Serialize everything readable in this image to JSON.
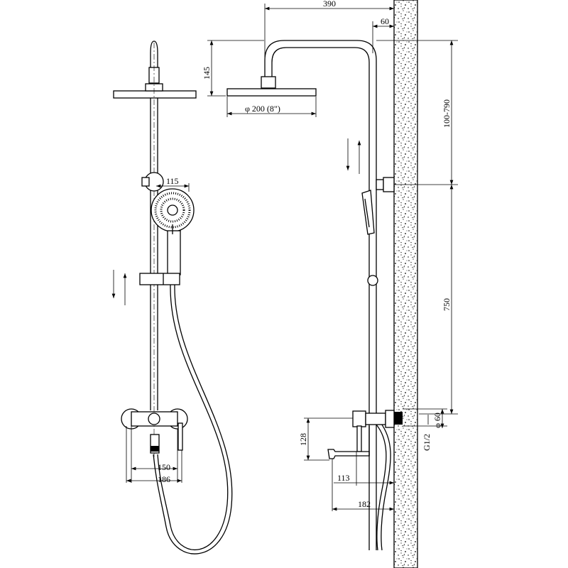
{
  "dimensions": {
    "arm_length": "390",
    "wall_offset": "60",
    "head_drop": "145",
    "head_diameter": "φ 200 (8\")",
    "height_adjust": "100-790",
    "hand_shower_diameter": "115",
    "bar_to_mixer": "750",
    "center_distance": "150",
    "mixer_width": "186",
    "spout_drop": "128",
    "spout_lever": "113",
    "spout_reach": "182",
    "connection_thread": "G1/2",
    "escutcheon_diameter": "φ 60"
  },
  "colors": {
    "line": "#000000",
    "background": "#ffffff"
  }
}
